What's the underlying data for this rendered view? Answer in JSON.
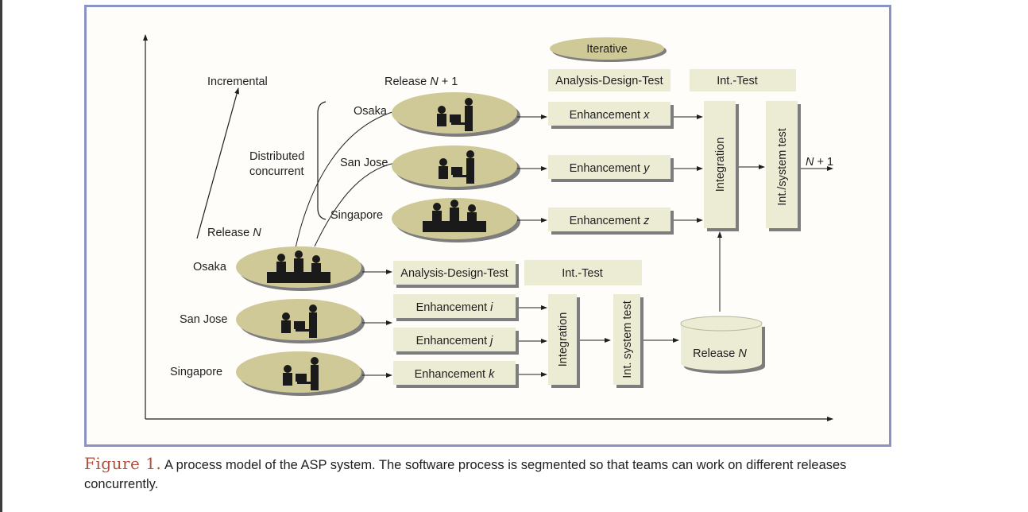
{
  "diagram": {
    "axis_labels": {
      "incremental": "Incremental",
      "distributed": [
        "Distributed",
        "concurrent"
      ],
      "release_n_left": "Release",
      "release_n1_top": "Release",
      "n_italic": "N",
      "plus_one": "+ 1"
    },
    "iterative_label": "Iterative",
    "lower_sites": [
      "Osaka",
      "San Jose",
      "Singapore"
    ],
    "upper_sites": [
      "Osaka",
      "San Jose",
      "Singapore"
    ],
    "lower_phase_headers": {
      "adt": "Analysis-Design-Test",
      "int_test": "Int.-Test"
    },
    "upper_phase_headers": {
      "adt": "Analysis-Design-Test",
      "int_test": "Int.-Test"
    },
    "enhancement_word": "Enhancement",
    "lower_enhancements": [
      "i",
      "j",
      "k"
    ],
    "upper_enhancements": [
      "x",
      "y",
      "z"
    ],
    "integration_label": "Integration",
    "lower_system_test_label": "Int. system test",
    "upper_system_test_label": "Int./system test",
    "release_db_label": "Release",
    "output_label_n": "N",
    "output_label_plus": "+ 1",
    "colors": {
      "ellipse_fill": "#cfc998",
      "box_fill": "#ecebd4",
      "frame": "#8b93c4",
      "shadow": "#7d7d7d"
    }
  },
  "caption": {
    "label": "Figure 1.",
    "text": "A process model of the ASP system. The software process is segmented so that teams can work on different releases concurrently."
  }
}
